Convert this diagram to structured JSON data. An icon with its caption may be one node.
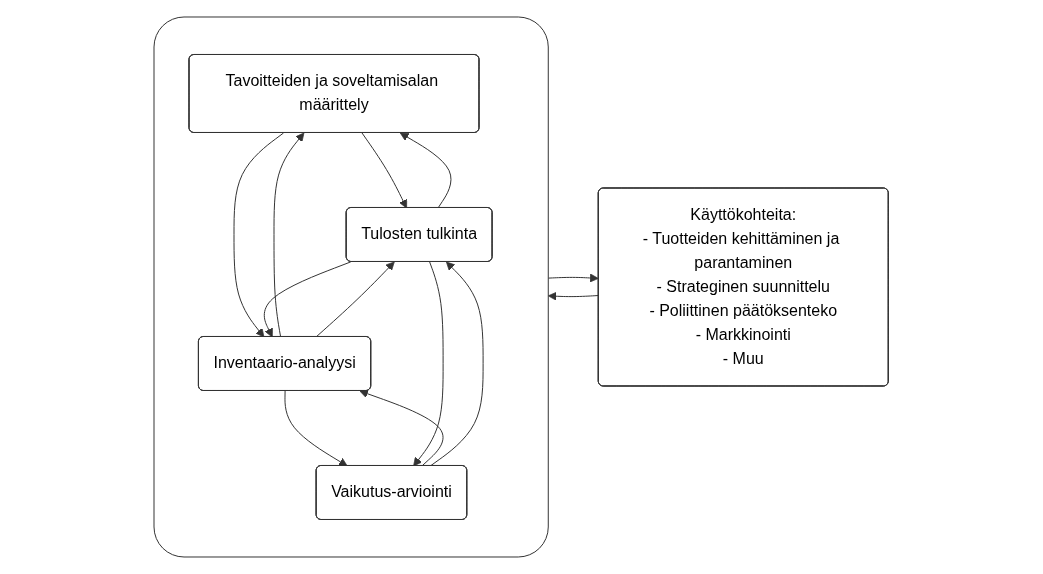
{
  "diagram": {
    "nodes": [
      {
        "text": [],
        "shape": "box"
      },
      {
        "text": [
          "Tavoitteiden ja soveltamisalan määrittely"
        ],
        "in": 0
      },
      {
        "text": [
          "Inventaario-analyysi"
        ],
        "in": 0
      },
      {
        "text": [
          "Vaikutus-arviointi"
        ],
        "in": 0
      },
      {
        "text": [
          "Tulosten tulkinta"
        ],
        "in": 0
      },
      {
        "text": [
          "Käyttökohteita:",
          "- Tuotteiden kehittäminen ja parantaminen",
          "- Strateginen suunnittelu",
          "- Poliittinen päätöksenteko",
          "- Markkinointi",
          "- Muu"
        ]
      }
    ],
    "edges": [
      {
        "from": 1,
        "to": 4,
        "arrow": "to"
      },
      {
        "from": 4,
        "to": 1,
        "arrow": "to"
      },
      {
        "from": 1,
        "to": 2,
        "arrow": "to"
      },
      {
        "from": 2,
        "to": 1,
        "arrow": "to"
      },
      {
        "from": 2,
        "to": 4,
        "arrow": "to"
      },
      {
        "from": 4,
        "to": 2,
        "arrow": "to"
      },
      {
        "from": 2,
        "to": 3,
        "arrow": "to"
      },
      {
        "from": 3,
        "to": 2,
        "arrow": "to"
      },
      {
        "from": 3,
        "to": 4,
        "arrow": "to"
      },
      {
        "from": 4,
        "to": 3,
        "arrow": "to"
      },
      {
        "from": 0,
        "to": 5,
        "arrow": "to"
      },
      {
        "from": 5,
        "to": 0,
        "arrow": "to"
      }
    ]
  }
}
